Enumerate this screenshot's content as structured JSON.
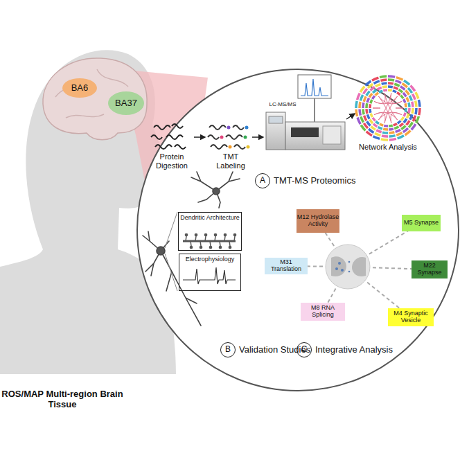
{
  "diagram": {
    "nodes": [
      {
        "text": [
          "BA6"
        ]
      },
      {
        "text": [
          "BA37"
        ]
      },
      {
        "text": [
          "A"
        ]
      },
      {
        "text": [
          "Dendritic Architecture"
        ]
      },
      {
        "text": [
          "M12 Hydrolase Activity"
        ]
      },
      {
        "text": [
          "M5 Synapse"
        ]
      },
      {
        "text": [
          "Electrophysiology"
        ]
      },
      {
        "text": [
          "M31 Translation"
        ]
      },
      {
        "text": [
          "M22 Synapse"
        ]
      },
      {
        "text": [
          "M8 RNA Splicing"
        ]
      },
      {
        "text": [
          "M4 Synaptic Vesicle"
        ]
      },
      {
        "text": [
          "B"
        ]
      },
      {
        "text": [
          "C"
        ]
      }
    ],
    "labels": [
      "Protein Digestion",
      "TMT Labeling",
      "LC-MS/MS",
      "Network Analysis",
      "TMT-MS Proteomics",
      "Validation Studies",
      "Integrative Analysis",
      "ROS/MAP Multi-region Brain Tissue"
    ]
  }
}
